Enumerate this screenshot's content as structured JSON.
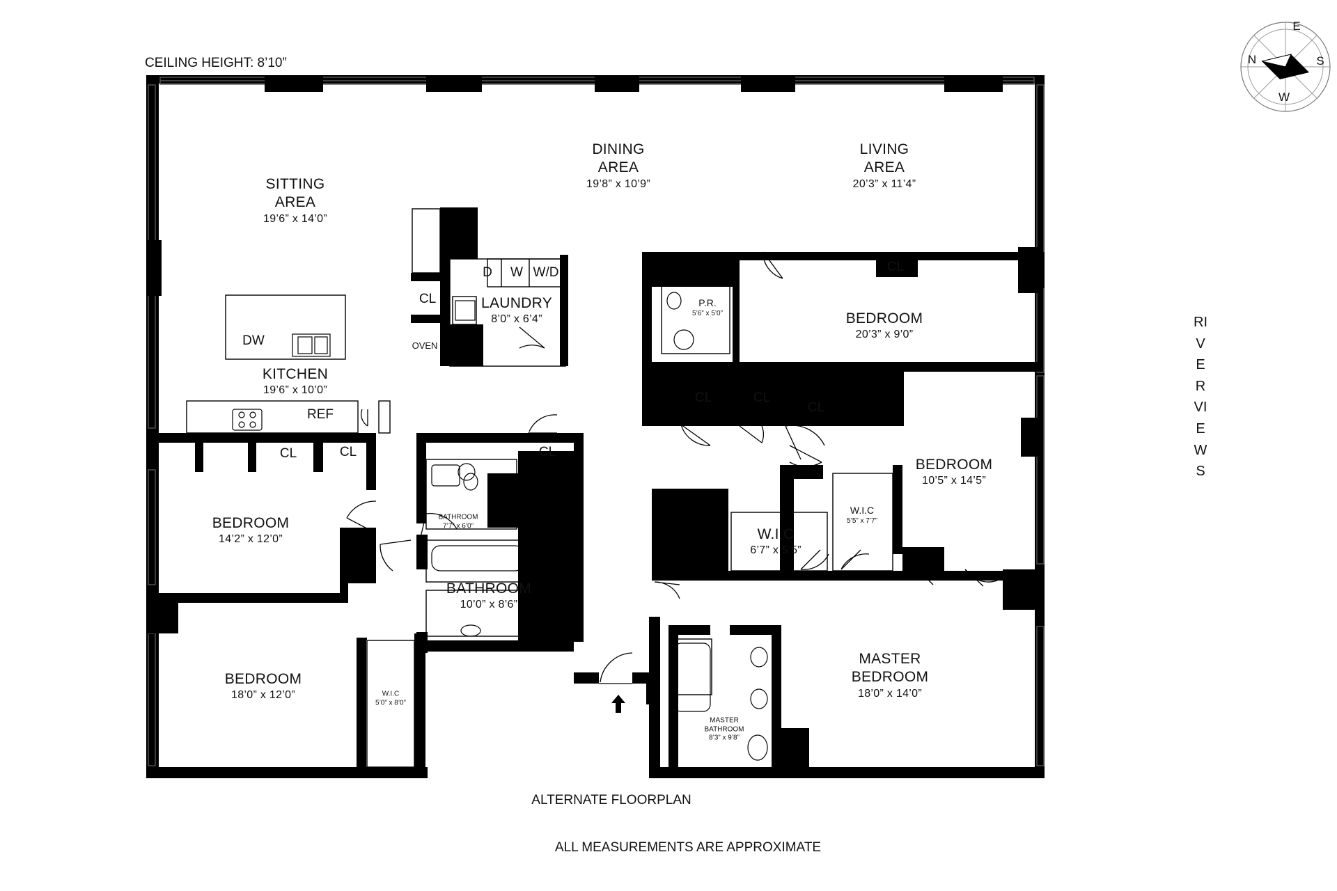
{
  "header": {
    "ceiling_height": "CEILING HEIGHT: 8’10”"
  },
  "compass": {
    "n": "N",
    "e": "E",
    "s": "S",
    "w": "W"
  },
  "side_label": "RIVER VIEWS",
  "rooms": {
    "sitting": {
      "name1": "SITTING",
      "name2": "AREA",
      "dim": "19’6” x 14’0”"
    },
    "dining": {
      "name1": "DINING",
      "name2": "AREA",
      "dim": "19’8” x 10’9”"
    },
    "living": {
      "name1": "LIVING",
      "name2": "AREA",
      "dim": "20’3” x 11’4”"
    },
    "kitchen": {
      "name": "KITCHEN",
      "dim": "19’6” x 10’0”"
    },
    "laundry": {
      "name": "LAUNDRY",
      "dim": "8’0” x 6’4”"
    },
    "powder_room": {
      "name": "P.R.",
      "dim": "5’6” x 5’0”"
    },
    "bedroom_ne": {
      "name": "BEDROOM",
      "dim": "20’3” x 9’0”"
    },
    "bedroom_e": {
      "name": "BEDROOM",
      "dim": "10’5” x 14’5”"
    },
    "bedroom_w": {
      "name": "BEDROOM",
      "dim": "14’2” x 12’0”"
    },
    "bedroom_sw": {
      "name": "BEDROOM",
      "dim": "18’0” x 12’0”"
    },
    "bathroom_small": {
      "name": "BATHROOM",
      "dim": "7’7” x 6’0”"
    },
    "bathroom": {
      "name": "BATHROOM",
      "dim": "10’0” x 8’6”"
    },
    "wic_sw": {
      "name": "W.I.C",
      "dim": "5’0” x 8’0”"
    },
    "wic_center": {
      "name": "W.I.C",
      "dim": "6’7” x 5’5”"
    },
    "wic_e": {
      "name": "W.I.C",
      "dim": "5’5” x 7’7”"
    },
    "master_bedroom": {
      "name1": "MASTER",
      "name2": "BEDROOM",
      "dim": "18’0” x 14’0”"
    },
    "master_bathroom": {
      "name1": "MASTER",
      "name2": "BATHROOM",
      "dim": "8’3” x 9’8”"
    }
  },
  "fixtures": {
    "closet": "CL",
    "dishwasher": "DW",
    "refrigerator": "REF",
    "oven": "OVEN",
    "dryer": "D",
    "washer": "W",
    "washer_dryer": "W/D"
  },
  "footer": {
    "title": "ALTERNATE FLOORPLAN",
    "disclaimer": "ALL MEASUREMENTS ARE APPROXIMATE"
  }
}
